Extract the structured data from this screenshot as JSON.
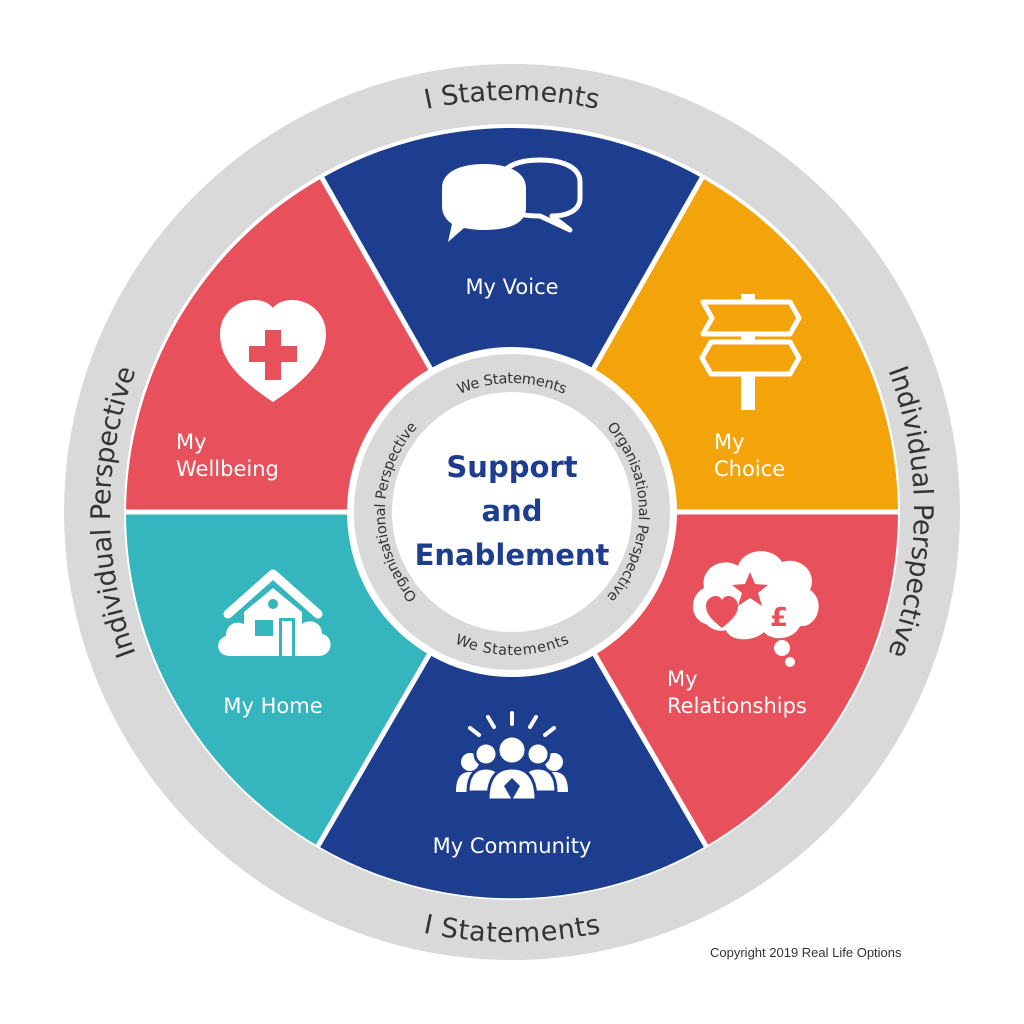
{
  "colors": {
    "outer_ring": "#d9d9d9",
    "inner_ring": "#d9d9d9",
    "voice": "#1d3d8e",
    "choice": "#f4a40b",
    "relationships": "#e8505b",
    "community": "#1d3d8e",
    "home": "#35b5bd",
    "wellbeing": "#e8505b",
    "center_text": "#1d3d8e"
  },
  "outer_ring": {
    "top": "I Statements",
    "bottom": "I Statements",
    "left": "Individual Perspective",
    "right": "Individual Perspective"
  },
  "inner_ring": {
    "top": "We Statements",
    "bottom": "We Statements",
    "left": "Organisational Perspective",
    "right": "Organisational Perspective"
  },
  "center": {
    "line1": "Support",
    "line2": "and",
    "line3": "Enablement"
  },
  "segments": {
    "voice": {
      "label": "My Voice",
      "icon": "speech-bubbles-icon"
    },
    "choice": {
      "line1": "My",
      "line2": "Choice",
      "icon": "signpost-icon"
    },
    "relationships": {
      "line1": "My",
      "line2": "Relationships",
      "icon": "thought-cloud-icon",
      "symbol": "£"
    },
    "community": {
      "label": "My Community",
      "icon": "people-group-icon"
    },
    "home": {
      "label": "My Home",
      "icon": "house-icon"
    },
    "wellbeing": {
      "line1": "My",
      "line2": "Wellbeing",
      "icon": "heart-cross-icon"
    }
  },
  "copyright": "Copyright 2019 Real Life Options"
}
